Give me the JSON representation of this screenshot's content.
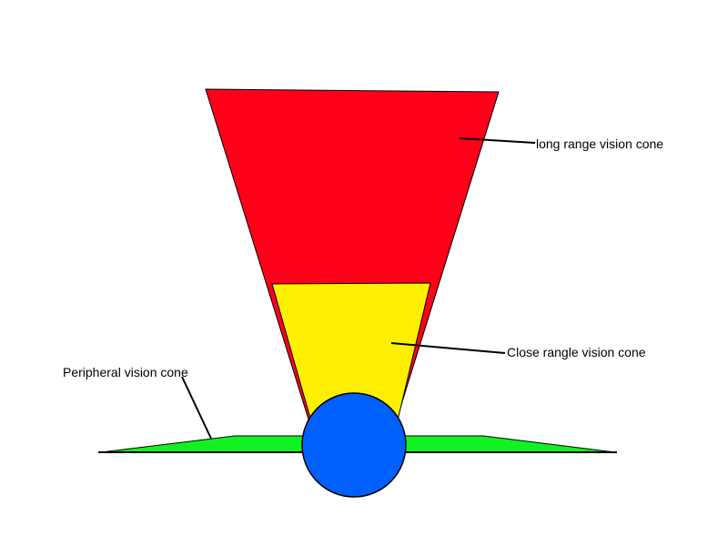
{
  "labels": {
    "long_range": "long range vision cone",
    "close_range": "Close rangle vision cone",
    "peripheral": "Peripheral vision cone"
  },
  "colors": {
    "long_range": "#ff0019",
    "close_range": "#ffef00",
    "peripheral": "#12f222",
    "eye": "#0060fd",
    "outline": "#000000",
    "background": "#ffffff"
  }
}
